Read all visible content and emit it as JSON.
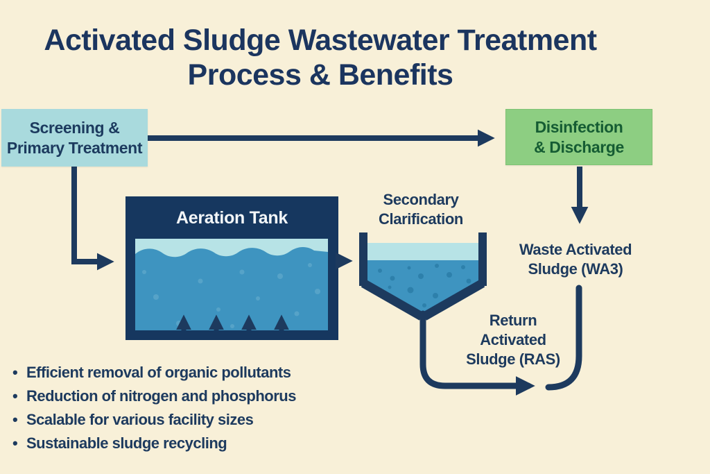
{
  "title": {
    "line1": "Activated Sludge Wastewater Treatment",
    "line2": "Process & Benefits"
  },
  "nodes": {
    "screening": {
      "line1": "Screening &",
      "line2": "Primary Treatment"
    },
    "disinfection": {
      "line1": "Disinfection",
      "line2": "& Discharge"
    },
    "aeration_tank": {
      "label": "Aeration Tank"
    },
    "secondary_clarification": {
      "line1": "Secondary",
      "line2": "Clarification"
    },
    "waste_activated_sludge": {
      "line1": "Waste Activated",
      "line2": "Sludge (WA3)"
    },
    "return_activated_sludge": {
      "line1": "Return",
      "line2": "Activated",
      "line3": "Sludge (RAS)"
    }
  },
  "benefits": [
    "Efficient removal of organic pollutants",
    "Reduction of nitrogen and phosphorus",
    "Scalable for various facility sizes",
    "Sustainable sludge recycling"
  ],
  "colors": {
    "background": "#f8f0d8",
    "navy": "#1d3a5e",
    "title_navy": "#1b355f",
    "screening_box_fill": "#a9dadd",
    "disinfection_box_fill": "#8dce82",
    "disinfection_text": "#155c33",
    "tank_frame": "#16375f",
    "water_blue": "#3e94c0",
    "water_surface_light": "#b7e3e6",
    "tank_bubble": "#6bb0d0",
    "clarifier_particle": "#2c7ea9",
    "tank_label_text": "#f3f6f8"
  }
}
